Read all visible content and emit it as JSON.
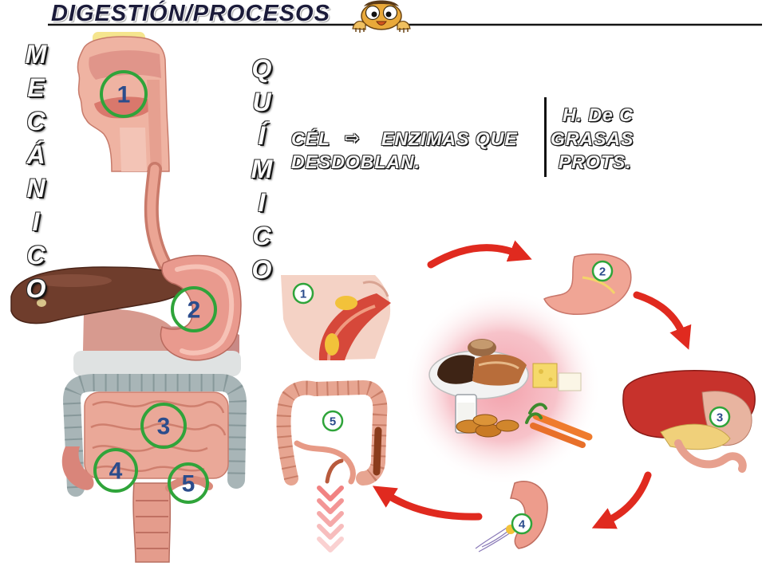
{
  "title": "DIGESTIÓN/PROCESOS",
  "mecanico": "MECÁNICO",
  "quimico": "QUÍMICO",
  "description": {
    "cel": "CÉL",
    "arrow": "⇨",
    "enzimas": "ENZIMAS QUE",
    "desdoblan": "DESDOBLAN."
  },
  "substrates": [
    "H. De C",
    "GRASAS",
    "PROTS."
  ],
  "anatomy_markers": [
    "1",
    "2",
    "3",
    "4",
    "5"
  ],
  "cycle_markers": [
    "1",
    "2",
    "3",
    "4",
    "5"
  ],
  "icons": {
    "mascot": "cartoon-mascot-icon",
    "cycle_arrows": "red-curved-arrow-icon"
  },
  "colors": {
    "title_color": "#1b1b3a",
    "marker_ring": "#2fa43a",
    "marker_number": "#2b4c8c",
    "arrow_red": "#e02a1f",
    "liver_dark": "#6f3d2c"
  }
}
